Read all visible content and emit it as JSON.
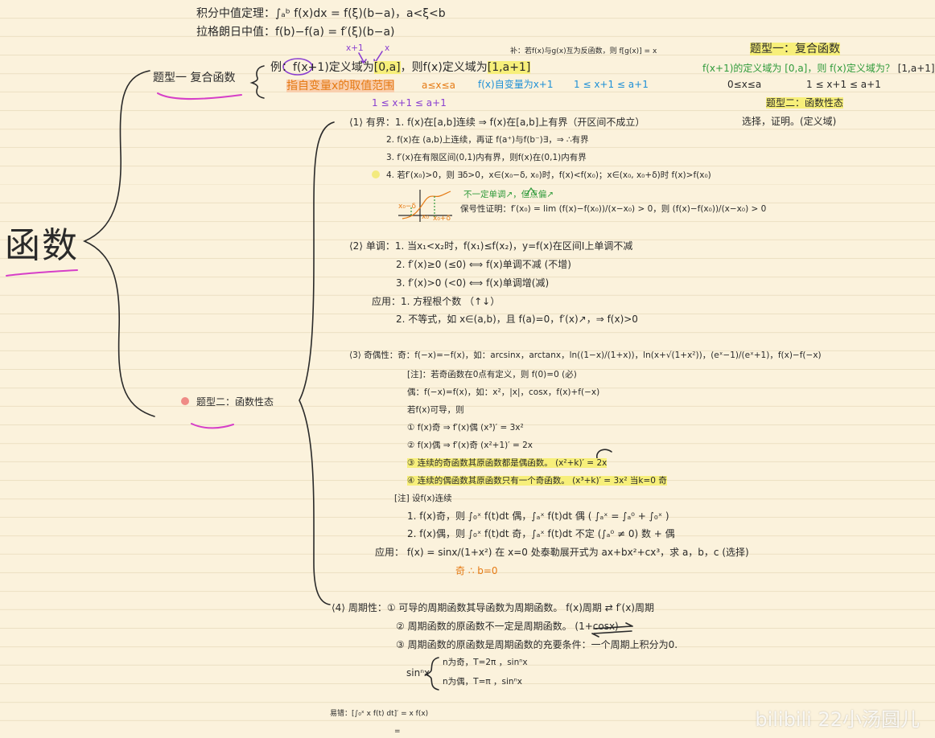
{
  "top": {
    "mvt": "积分中值定理：∫ₐᵇ f(x)dx = f(ξ)(b−a)，a<ξ<b",
    "lagrange": "拉格朗日中值：f(b)−f(a) = f′(ξ)(b−a)"
  },
  "center_title": "函数",
  "type1": {
    "label": "题型一  复合函数",
    "example_prefix": "例：",
    "expr1": "f(x+1)",
    "mid1": "定义域为",
    "interval1": "[0,a]",
    "mid2": "，则",
    "expr2": "f(x)",
    "mid3": "定义域为",
    "interval2": "[1,a+1]",
    "ann_x1": "x+1",
    "ann_x": "x",
    "note_left": "指自变量x的取值范围",
    "note_ineq1": "a≤x≤a",
    "note_mid": "f(x)自变量为x+1",
    "note_ineq2": "1 ≤ x+1 ≤ a+1",
    "note_ineq3": "1 ≤ x+1 ≤ a+1",
    "side_note": "补：若f(x)与g(x)互为反函数，则 f[g(x)] = x"
  },
  "right_box": {
    "title1": "题型一：复合函数",
    "line1": "f(x+1)的定义域为 [0,a]，则 f(x)定义域为？",
    "line1_ans": "[1,a+1]",
    "line2a": "0≤x≤a",
    "line2b": "1 ≤ x+1 ≤ a+1",
    "title2": "题型二：函数性态",
    "line3": "选择，证明。(定义域)"
  },
  "type2": {
    "label": "题型二：函数性态"
  },
  "sec1": {
    "head": "⟨1⟩ 有界：1. f(x)在[a,b]连续 ⇒ f(x)在[a,b]上有界（开区间不成立）",
    "l2": "2. f(x)在 (a,b)上连续，再证 f(a⁺)与f(b⁻)∃，⇒ ∴有界",
    "l3": "3. f′(x)在有限区间(0,1)内有界，则f(x)在(0,1)内有界",
    "l4": "4. 若f′(x₀)>0，则 ∃δ>0，x∈(x₀−δ, x₀)时，f(x)<f(x₀)；x∈(x₀, x₀+δ)时 f(x)>f(x₀)",
    "note": "不一定单调↗，但点偏↗",
    "proof": "保号性证明：f′(x₀) = lim (f(x)−f(x₀))/(x−x₀) > 0，则 (f(x)−f(x₀))/(x−x₀) > 0",
    "graph_a": "x₀−δ",
    "graph_b": "x₀",
    "graph_c": "x₀+δ"
  },
  "sec2": {
    "head": "⟨2⟩ 单调：1. 当x₁<x₂时，f(x₁)≤f(x₂)，y=f(x)在区间I上单调不减",
    "l2": "2.  f′(x)≥0 (≤0) ⟺ f(x)单调不减 (不增)",
    "l3": "3.  f′(x)>0 (<0) ⟺ f(x)单调增(减)",
    "app1": "应用：1. 方程根个数 （↑↓）",
    "app2": "2. 不等式，如 x∈(a,b)，且 f(a)=0，f′(x)↗，⇒ f(x)>0"
  },
  "sec3": {
    "head": "⟨3⟩ 奇偶性：奇：f(−x)=−f(x)，如：arcsinx，arctanx，ln((1−x)/(1+x))，ln(x+√(1+x²))，(eˣ−1)/(eˣ+1)，f(x)−f(−x)",
    "note1": "[注]：若奇函数在0点有定义，则 f(0)=0 (必)",
    "even": "偶：f(−x)=f(x)，如：x²，|x|，cosx，f(x)+f(−x)",
    "deriv": "若f(x)可导，则",
    "c1": "① f(x)奇  ⇒ f′(x)偶      (x³)′ = 3x²",
    "c2": "② f(x)偶  ⇒ f′(x)奇      (x²+1)′ = 2x",
    "c3": "③ 连续的奇函数其原函数都是偶函数。  (x²+k)′ = 2x",
    "c4": "④ 连续的偶函数其原函数只有一个奇函数。  (x³+k)′ = 3x²   当k=0 奇",
    "note2": "[注] 设f(x)连续",
    "i1": "1. f(x)奇，则 ∫₀ˣ f(t)dt 偶，∫ₐˣ f(t)dt 偶 ( ∫ₐˣ = ∫ₐ⁰ + ∫₀ˣ )",
    "i2": "2. f(x)偶，则 ∫₀ˣ f(t)dt 奇，∫ₐˣ f(t)dt 不定 (∫ₐ⁰ ≠ 0)   数 + 偶",
    "app": "应用：  f(x) = sinx/(1+x²) 在 x=0 处泰勒展开式为 ax+bx²+cx³，求 a，b，c (选择)",
    "ans": "奇  ∴ b=0"
  },
  "sec4": {
    "head": "⟨4⟩ 周期性：① 可导的周期函数其导函数为周期函数。 f(x)周期 ⇄ f′(x)周期",
    "l2": "② 周期函数的原函数不一定是周期函数。 (1+cosx)",
    "l3": "③ 周期函数的原函数是周期函数的充要条件：一个周期上积分为0.",
    "sin_label": "sinⁿx",
    "sin1": "n为奇，T=2π ，sinⁿx",
    "sin2": "n为偶，T=π ，sinⁿx"
  },
  "bottom": {
    "note": "易错：[∫₀ˣ x f(t) dt]′ = x f(x)",
    "small": "="
  },
  "watermark": "bilibili 22小汤圆儿",
  "colors": {
    "background": "#fbf2dc",
    "highlight_yellow": "#f7ef7a",
    "highlight_green": "#bfe7b0",
    "highlight_orange": "#f9cfae",
    "accent_orange": "#e57a14",
    "accent_blue": "#1e90d6",
    "accent_purple": "#8a3fd0"
  }
}
